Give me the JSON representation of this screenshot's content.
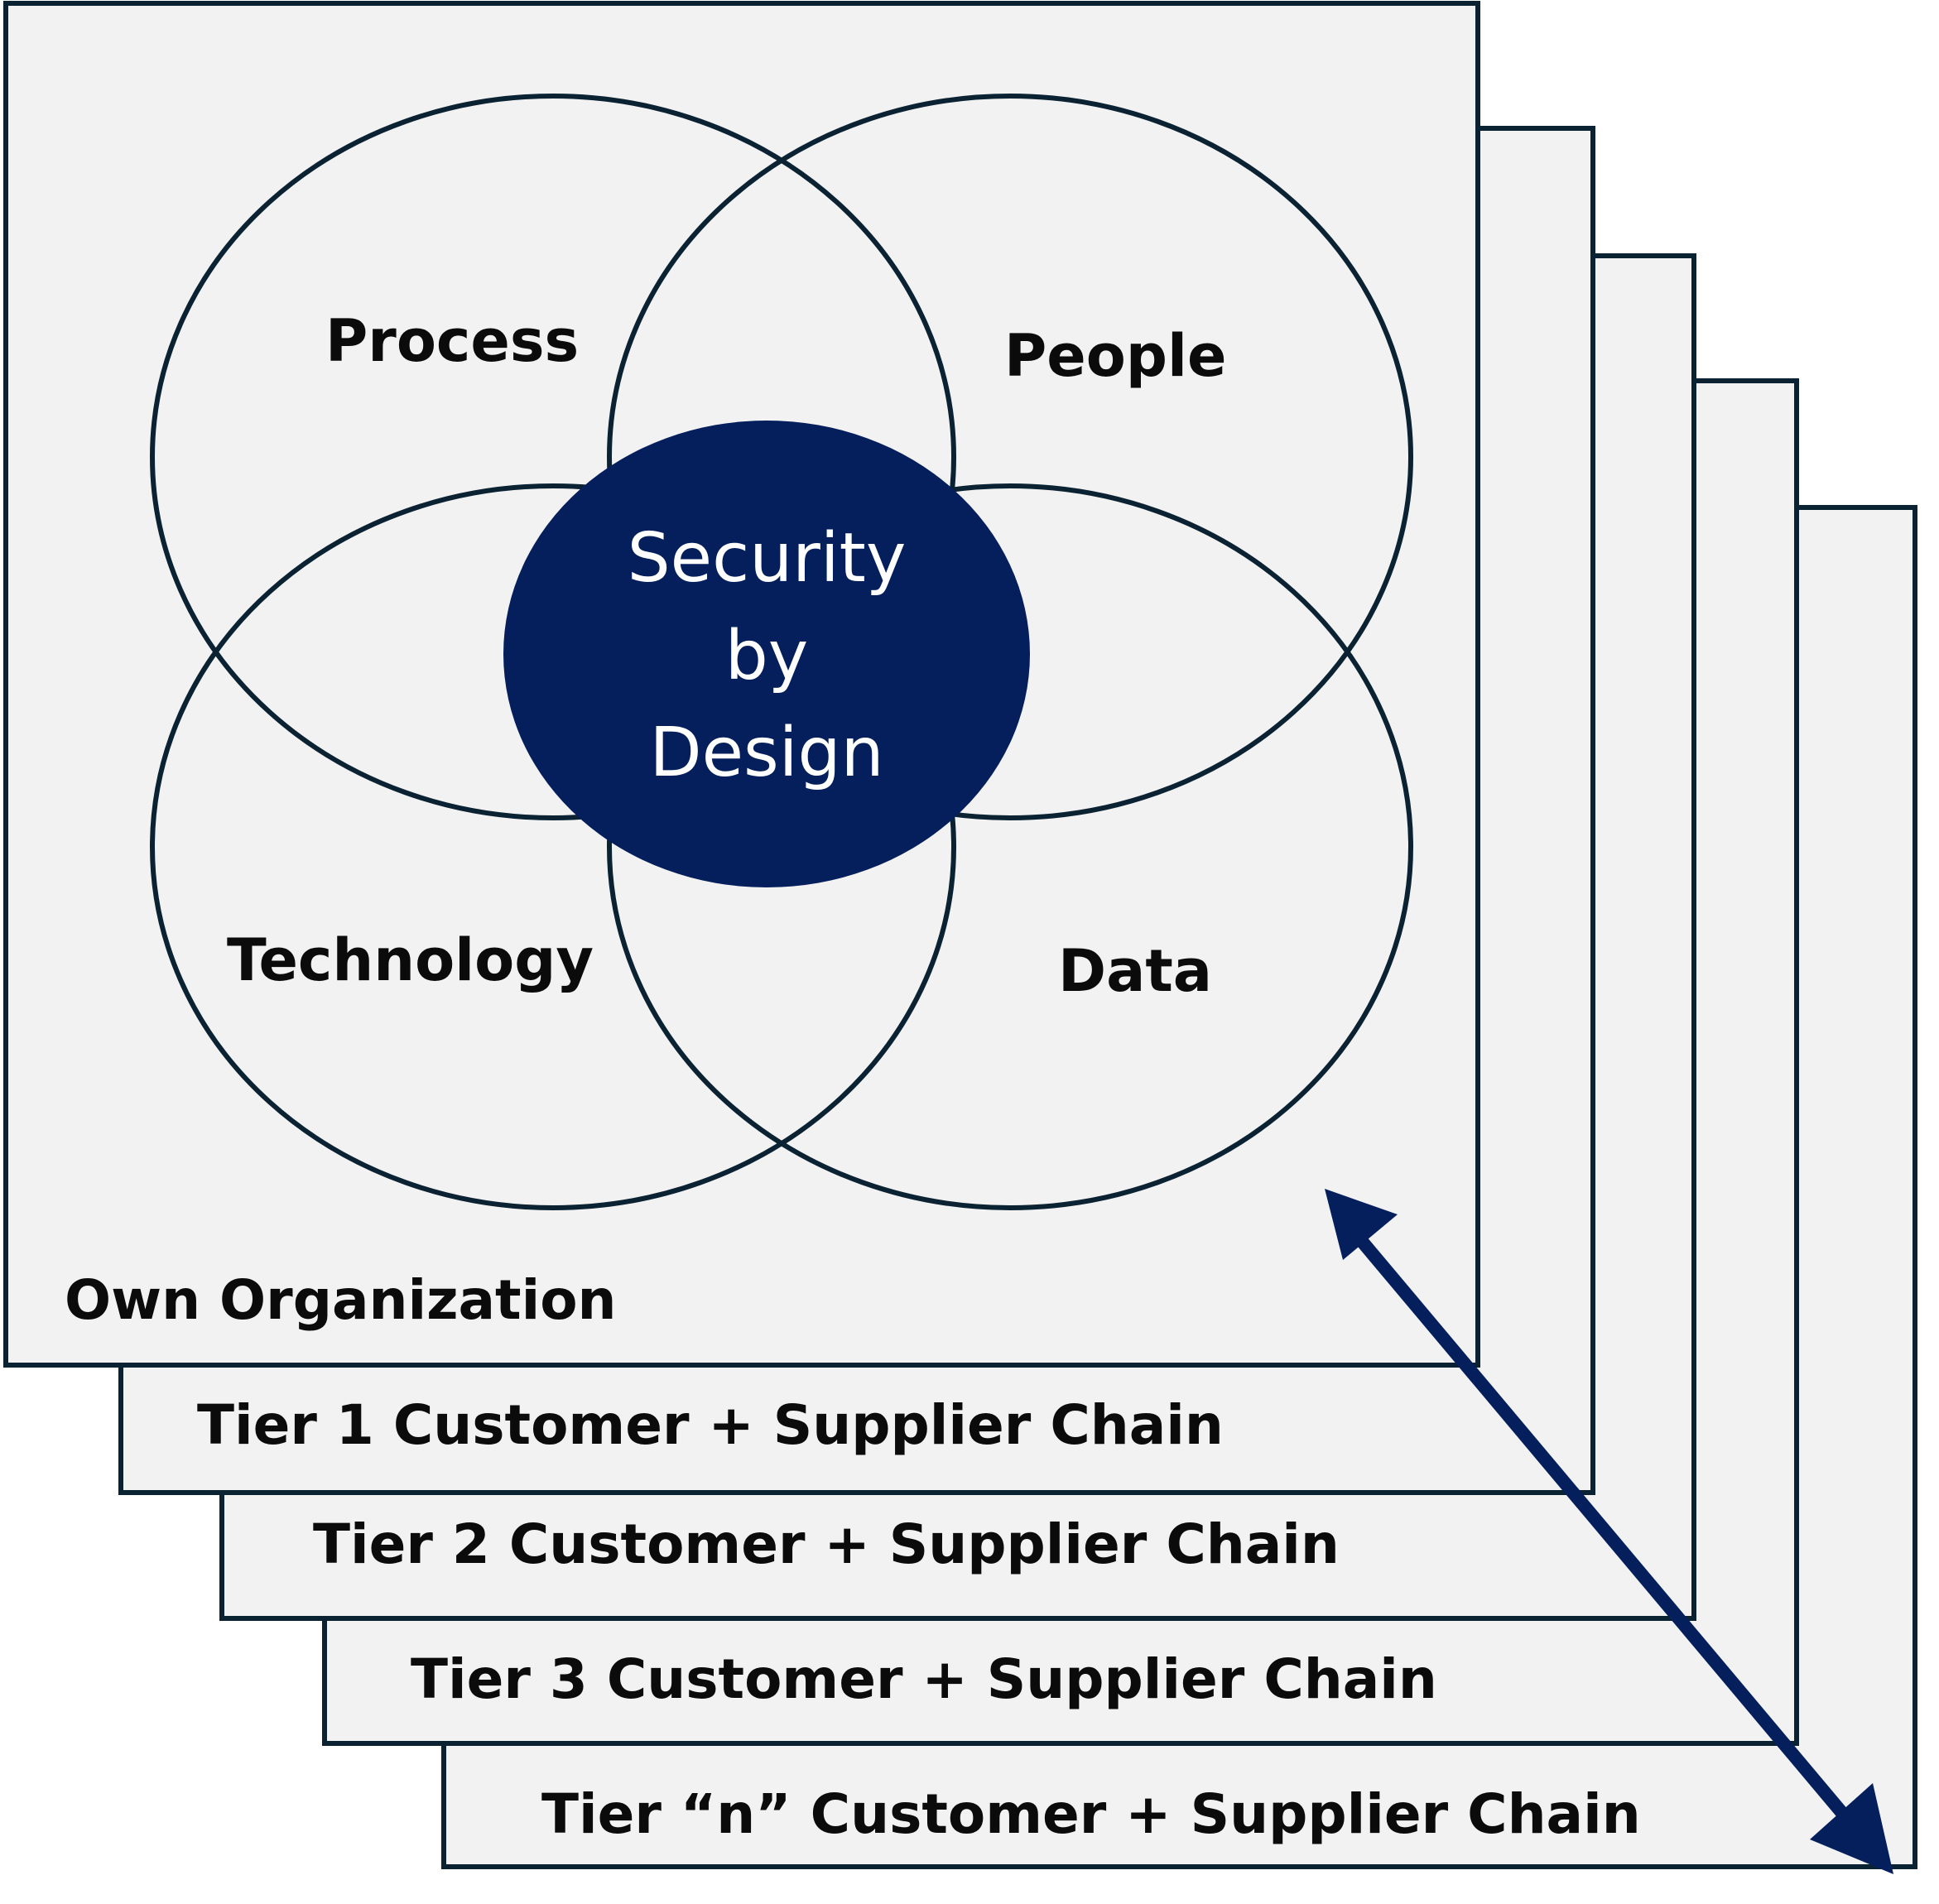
{
  "tiers": {
    "own": "Own Organization",
    "tier1": "Tier 1 Customer + Supplier Chain",
    "tier2": "Tier 2 Customer + Supplier Chain",
    "tier3": "Tier 3 Customer + Supplier Chain",
    "tierN": "Tier “n”  Customer + Supplier Chain"
  },
  "venn": {
    "process": "Process",
    "people": "People",
    "technology": "Technology",
    "data": "Data"
  },
  "center": {
    "line1": "Security",
    "line2": "by",
    "line3": "Design"
  },
  "colors": {
    "panel_fill": "#f2f2f2",
    "outline": "#0b2233",
    "center_fill": "#041f5c",
    "arrow": "#041f5c"
  },
  "icons": {
    "arrow": "double-headed-arrow-icon"
  }
}
